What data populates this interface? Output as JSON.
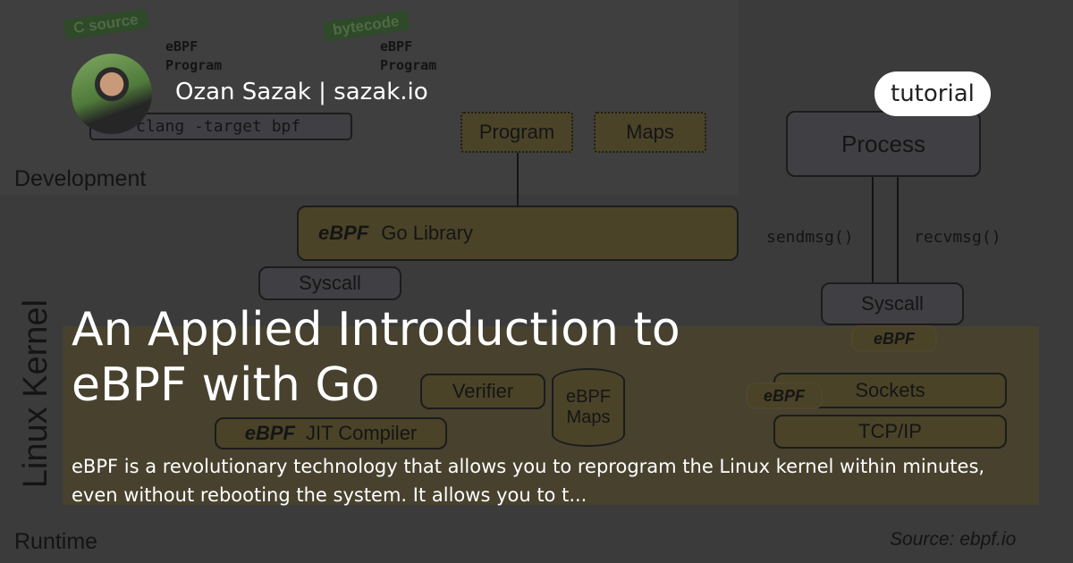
{
  "card": {
    "author": "Ozan Sazak | sazak.io",
    "tag": "tutorial",
    "title": "An Applied Introduction to eBPF with Go",
    "description": "eBPF is a revolutionary technology that allows you to reprogram the Linux kernel within minutes, even without rebooting the system. It allows you to t..."
  },
  "diagram": {
    "c_source_tag": "C source",
    "bytecode_tag": "bytecode",
    "ebpf_program": "eBPF Program",
    "clang": "clang -target bpf",
    "program": "Program",
    "maps": "Maps",
    "development": "Development",
    "go_library": "Go Library",
    "ebpf_logo": "eBPF",
    "syscall": "Syscall",
    "process": "Process",
    "sendmsg": "sendmsg()",
    "recvmsg": "recvmsg()",
    "linux_kernel": "Linux Kernel",
    "verifier": "Verifier",
    "jit": "JIT Compiler",
    "ebpf_maps": "eBPF Maps",
    "sockets": "Sockets",
    "tcpip": "TCP/IP",
    "runtime": "Runtime",
    "source": "Source: ebpf.io"
  }
}
